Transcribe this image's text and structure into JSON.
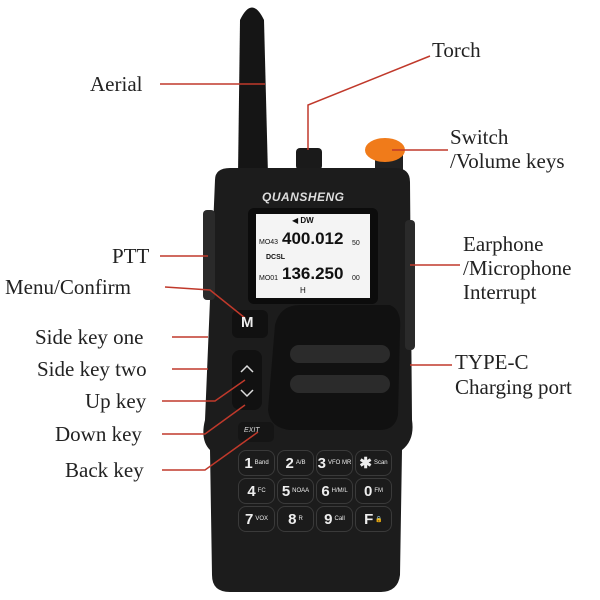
{
  "labels": {
    "aerial": "Aerial",
    "torch": "Torch",
    "switch_line1": "Switch",
    "switch_line2": "/Volume keys",
    "earphone_line1": "Earphone",
    "earphone_line2": "/Microphone",
    "earphone_line3": "Interrupt",
    "typec_line1": "TYPE-C",
    "typec_line2": "Charging port",
    "ptt": "PTT",
    "menu": "Menu/Confirm",
    "side_one": "Side key one",
    "side_two": "Side key two",
    "up": "Up key",
    "down": "Down key",
    "back": "Back key"
  },
  "radio": {
    "brand": "QUANSHENG",
    "screen": {
      "mode": "◀ DW",
      "ch1": "MO43",
      "freq1": "400.012",
      "freq1_suffix": "50",
      "tone": "DCSL",
      "ch2": "MO01",
      "freq2": "136.250",
      "freq2_suffix": "00",
      "power": "H"
    },
    "menu_key": "M",
    "exit_key": "EXIT",
    "keys": [
      {
        "n": "1",
        "s": "Band"
      },
      {
        "n": "2",
        "s": "A/B"
      },
      {
        "n": "3",
        "s": "VFO MR"
      },
      {
        "n": "✱",
        "s": "Scan"
      },
      {
        "n": "4",
        "s": "FC"
      },
      {
        "n": "5",
        "s": "NOAA"
      },
      {
        "n": "6",
        "s": "H/M/L"
      },
      {
        "n": "0",
        "s": "FM"
      },
      {
        "n": "7",
        "s": "VOX"
      },
      {
        "n": "8",
        "s": "R"
      },
      {
        "n": "9",
        "s": "Call"
      },
      {
        "n": "F",
        "s": "🔒"
      }
    ]
  },
  "colors": {
    "leader": "#c0392b",
    "accent": "#f07b1a"
  }
}
